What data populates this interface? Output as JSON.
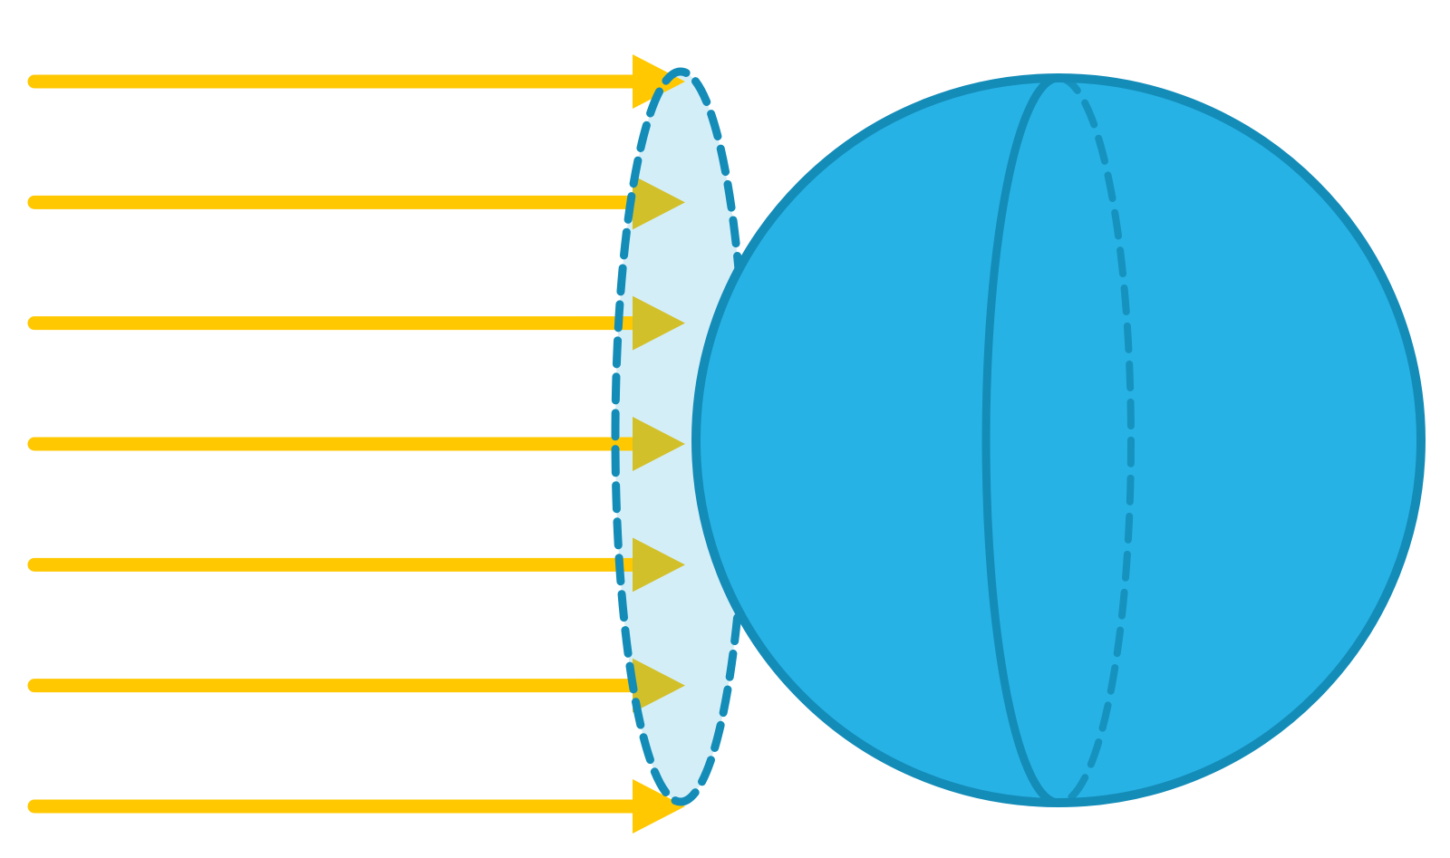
{
  "diagram": {
    "description_elements": {
      "rays": {
        "count": 7,
        "color": "#FFC800",
        "overlap_color": "#D2C02A"
      },
      "cross_section_disk": {
        "fill": "#D4EEF8",
        "stroke": "#148CB8",
        "style": "dashed"
      },
      "sphere": {
        "fill": "#27B2E5",
        "stroke": "#148CB8"
      },
      "meridian": {
        "stroke": "#148CB8",
        "front": "solid",
        "back": "dashed"
      }
    }
  }
}
